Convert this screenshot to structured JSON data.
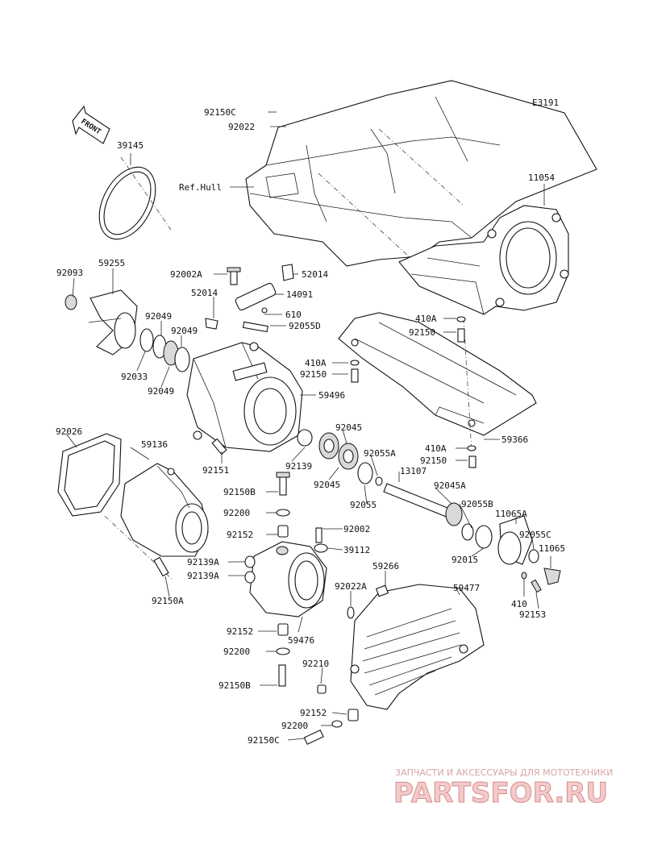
{
  "diagram_code": "E3191",
  "front_label": "FRONT",
  "ref_label": "Ref.Hull",
  "parts": {
    "p92150C_top": "92150C",
    "p92022_top": "92022",
    "p39145": "39145",
    "p11054": "11054",
    "p92093": "92093",
    "p59255": "59255",
    "p92002A": "92002A",
    "p52014_r": "52014",
    "p14091": "14091",
    "p52014_l": "52014",
    "p610": "610",
    "p92049_a": "92049",
    "p92049_b": "92049",
    "p92055D": "92055D",
    "p410A_a": "410A",
    "p92150_a": "92150",
    "p92033": "92033",
    "p410A_b": "410A",
    "p92150_b": "92150",
    "p92049_c": "92049",
    "p59496": "59496",
    "p92026": "92026",
    "p59136": "59136",
    "p92045_a": "92045",
    "p59366": "59366",
    "p92055A": "92055A",
    "p410A_c": "410A",
    "p92150_c": "92150",
    "p92151": "92151",
    "p92139": "92139",
    "p13107": "13107",
    "p92045_b": "92045",
    "p92150B_a": "92150B",
    "p92055": "92055",
    "p92045A": "92045A",
    "p92200_a": "92200",
    "p92055B": "92055B",
    "p11065A": "11065A",
    "p92152_a": "92152",
    "p92002": "92002",
    "p92055C": "92055C",
    "p39112": "39112",
    "p92015": "92015",
    "p11065": "11065",
    "p92139A_a": "92139A",
    "p92139A_b": "92139A",
    "p59266": "59266",
    "p59477": "59477",
    "p92150A": "92150A",
    "p92022A": "92022A",
    "p410": "410",
    "p92153": "92153",
    "p92152_b": "92152",
    "p59476": "59476",
    "p92200_b": "92200",
    "p92210": "92210",
    "p92150B_b": "92150B",
    "p92152_c": "92152",
    "p92200_c": "92200",
    "p92150C_bot": "92150C"
  },
  "watermark": {
    "caption": "ЗАПЧАСТИ И АКСЕССУАРЫ ДЛЯ МОТОТЕХНИКИ",
    "brand": "PARTSFOR.RU"
  }
}
